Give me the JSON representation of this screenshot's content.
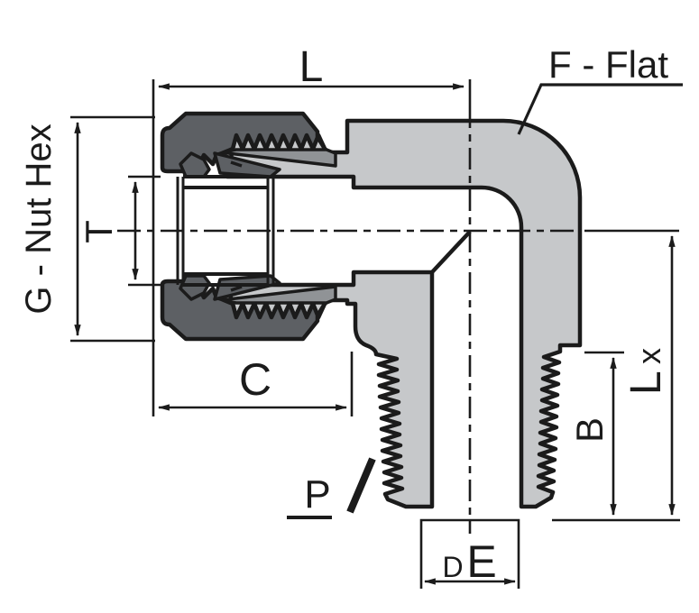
{
  "drawing": {
    "title": "male-elbow-tube-fitting-section",
    "labels": {
      "length_l": "L",
      "flat": "F - Flat",
      "nut_hex": "G - Nut Hex",
      "tube_od": "T",
      "length_c": "C",
      "pipe_thread": "P",
      "thread_length_b": "B",
      "length_x_main": "L",
      "length_x_sub": "x",
      "dia_d": "D",
      "dia_e": "E"
    },
    "colors": {
      "outline": "#1b1b1b",
      "body_gray": "#c6c8ca",
      "nut_gray": "#5d6064",
      "shade_gray": "#909396",
      "background": "#ffffff"
    }
  }
}
